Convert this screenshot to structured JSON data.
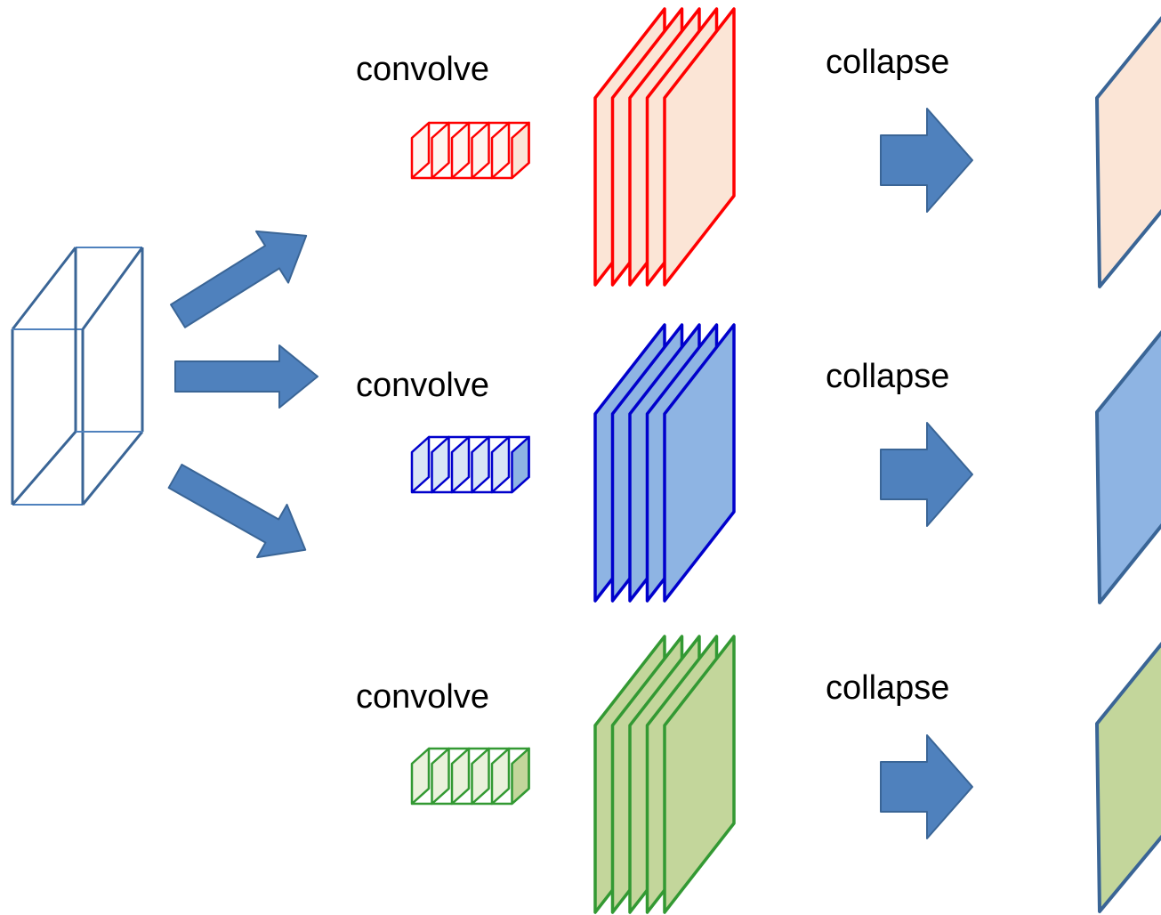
{
  "rows": [
    {
      "convolve_label": "convolve",
      "collapse_label": "collapse",
      "stroke": "#ff0000",
      "fill": "#fbe5d6"
    },
    {
      "convolve_label": "convolve",
      "collapse_label": "collapse",
      "stroke": "#0000cc",
      "fill": "#8eb4e3"
    },
    {
      "convolve_label": "convolve",
      "collapse_label": "collapse",
      "stroke": "#339933",
      "fill": "#c3d69b"
    }
  ],
  "colors": {
    "arrow_fill": "#4f81bd",
    "arrow_stroke": "#3a6596",
    "input_box_stroke": "#3a6596",
    "output_plane_stroke": "#3a6596"
  }
}
